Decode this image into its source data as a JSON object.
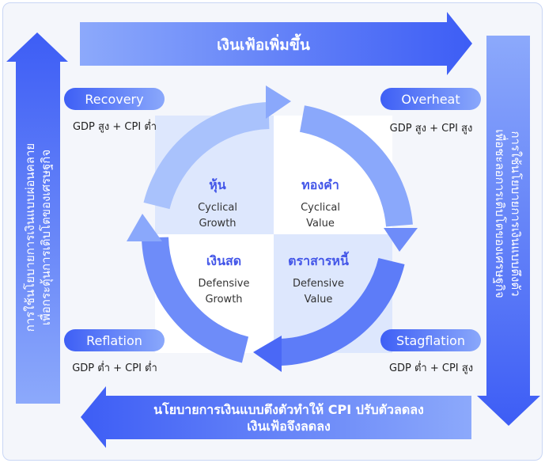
{
  "top_arrow": "เงินเฟ้อเพิ่มขึ้น",
  "bottom_arrow": {
    "line1": "นโยบายการเงินแบบตึงตัวทำให้ CPI ปรับตัวลดลง",
    "line2": "เงินเฟ้อจึงลดลง"
  },
  "left_arrow": {
    "line1": "การใช้นโยบายการเงินแบบผ่อนคลาย",
    "line2": "เพื่อกระตุ้นการเติบโตของเศรษฐกิจ"
  },
  "right_arrow": {
    "line1": "การใช้นโยบายการเงินแบบตึงตัว",
    "line2": "เพื่อชะลอการเติบโตของเศรษฐกิจ"
  },
  "phases": {
    "recovery": {
      "label": "Recovery",
      "desc": "GDP สูง + CPI ต่ำ"
    },
    "overheat": {
      "label": "Overheat",
      "desc": "GDP สูง + CPI สูง"
    },
    "reflation": {
      "label": "Reflation",
      "desc": "GDP ต่ำ + CPI ต่ำ"
    },
    "stagflation": {
      "label": "Stagflation",
      "desc": "GDP ต่ำ + CPI สูง"
    }
  },
  "quadrants": {
    "tl": {
      "title": "หุ้น",
      "l1": "Cyclical",
      "l2": "Growth"
    },
    "tr": {
      "title": "ทองคำ",
      "l1": "Cyclical",
      "l2": "Value"
    },
    "bl": {
      "title": "เงินสด",
      "l1": "Defensive",
      "l2": "Growth"
    },
    "br": {
      "title": "ตราสารหนี้",
      "l1": "Defensive",
      "l2": "Value"
    }
  }
}
